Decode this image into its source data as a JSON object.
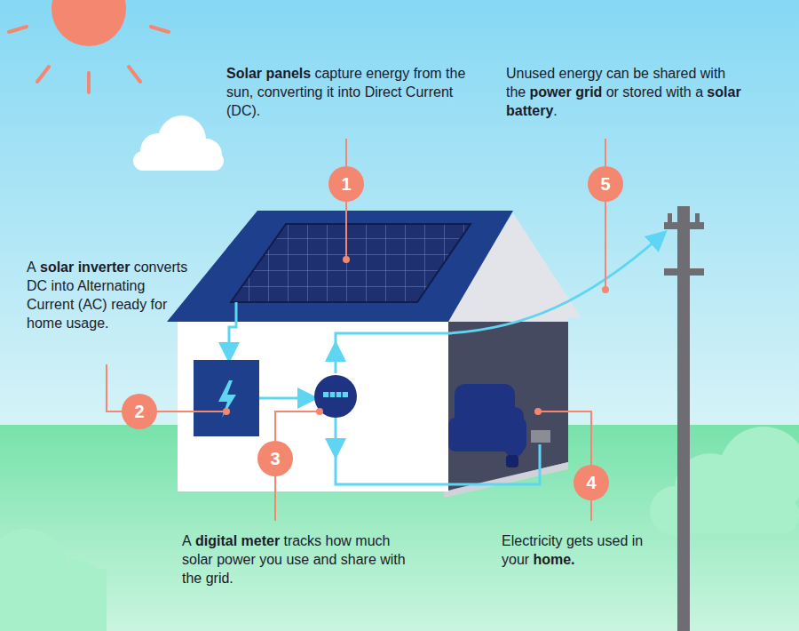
{
  "diagram": {
    "nodes": [
      {
        "text": [
          "1"
        ]
      },
      {
        "text": [
          "2"
        ]
      },
      {
        "text": [
          "3"
        ]
      },
      {
        "text": [
          "4"
        ]
      },
      {
        "text": [
          "5"
        ]
      }
    ],
    "labels": [
      "Solar panels",
      "capture energy from the sun, converting it into Direct Current (DC).",
      "Unused energy can be shared with the",
      "power grid",
      "or stored with a",
      "solar battery",
      ".",
      "A",
      "solar inverter",
      "converts DC into Alternating Current (AC) ready for home usage.",
      "A",
      "digital meter",
      "tracks how much solar power you use and share with the grid.",
      "Electricity gets used in your",
      "home."
    ]
  }
}
